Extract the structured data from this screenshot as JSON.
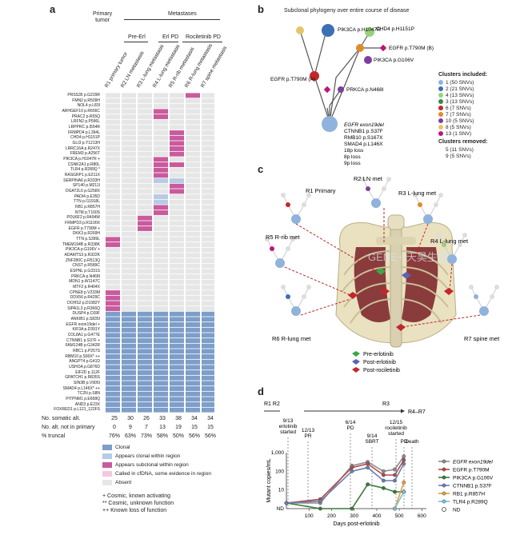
{
  "panel_a": {
    "letter": "a",
    "header_primary": "Primary\ntumor",
    "header_metastases": "Metastases",
    "header_pre_erl": "Pre-Erl",
    "header_erl_pd": "Erl PD",
    "header_roci_pd": "Rociletinib PD",
    "regions": [
      "R1 primary tumor",
      "R2 LN metastasis",
      "R3 L-lung metastasis",
      "R4 L-lung metastasis",
      "R5 R-rib metastasis",
      "R6 R-lung metastasis",
      "R7 spine metastasis"
    ],
    "genes": [
      "PRSS35 p.G229R",
      "FMN2 p.R509H",
      "NOL4 p.L83I",
      "ARHGEF10 p.R656C",
      "PRAC2 p.R55Q",
      "LRFN2 p.P596L",
      "LRPPRC p.I554R",
      "FRMPD4 p.L394L",
      "CHD4 p.H1151P",
      "GLI3 p.Y1213H",
      "LRRC16A p.R247X",
      "FREM3 p.A256T",
      "PIK3CA p.H1047R +",
      "CSNK2A1 p.R80L",
      "TLR4 p.R289Q *",
      "RASGRP1 p.E211X",
      "SERPINA6 p.R333H",
      "SP140 p.M211I",
      "DGAT2L6 p.G258X",
      "PADI4 p.E35D",
      "TTN p.I11918L",
      "RB1 p.R857H",
      "NTM p.T160S",
      "POU6F2 p.R494W",
      "FRMPD3 p.R1100X",
      "EGFR p.T790M +",
      "DKK3 p.R269H",
      "TTN p.S399L",
      "TMEM194B p.R338K",
      "PIK3CA p.G106V +",
      "ADAMTS3 p.R322K",
      "ZNF280C p.R513Q",
      "CNST p.R589C",
      "ESPNL p.G331S",
      "PRKCA p.N468I",
      "MDN1 p.W1147C",
      "MTF2 p.R404X",
      "CPNE8 p.V233M",
      "DDX56 p.R429C",
      "DOHS2 p.D1082Y",
      "SIPA1L3 p.R366Q",
      "DUSP4 p.C69F",
      "ANKIB1 p.S835I",
      "EGFR exon19del +",
      "KIF3A p.D391Y",
      "COL8A1 p.G477E",
      "CTNNB1 p.S37F +",
      "FAM124B p.G342R",
      "RBC1 p.P257S",
      "RBM10 p.S90X* ++",
      "ANGPT4 p.G41D",
      "USHOA p.G876D",
      "EIF2D p.112F",
      "GPATCH1 p.R835S",
      "SIN3B p.V905I",
      "SMAD4 p.L146X* ++",
      "TC2N p.S8N",
      "PITPNM1 p.E668Q",
      "AND3 p.E23X",
      "FOXRED1 p.L121_122FS"
    ],
    "grid": [
      "00000A0",
      "0000000",
      "0000000",
      "000A000",
      "000A000",
      "0000000",
      "0000000",
      "0000A00",
      "0000A00",
      "0000A00",
      "0000A00",
      "0000A00",
      "000A000",
      "000AA00",
      "000A000",
      "000A000",
      "000BB00",
      "0000A00",
      "0000A00",
      "000B000",
      "000B000",
      "000A000",
      "000A000",
      "00A0000",
      "00A0000",
      "00A0000",
      "0000000",
      "A000000",
      "A000000",
      "0000000",
      "0000000",
      "0000000",
      "0000000",
      "0000000",
      "0000000",
      "0000000",
      "0000000",
      "A000000",
      "A000000",
      "A000000",
      "A000000",
      "CCCCCCC",
      "CCCCCCC",
      "CCCCCCC",
      "CCCCCCC",
      "CCCCCCC",
      "CCCCCCC",
      "CCCCCCC",
      "CCCCCCC",
      "CCCCCCC",
      "CCCCCCC",
      "CCCCCCC",
      "CCCCCCC",
      "CCCCCCC",
      "CCCCCCC",
      "CCCCCCC",
      "CCCCCCC",
      "CCCCCCC",
      "CCCCCCC",
      "CCCCCCC"
    ],
    "stats": [
      {
        "label": "No. somatic alt.",
        "values": [
          "25",
          "30",
          "26",
          "33",
          "38",
          "34",
          "34"
        ]
      },
      {
        "label": "No. alt. not in primary",
        "values": [
          "0",
          "9",
          "7",
          "13",
          "19",
          "15",
          "15"
        ]
      },
      {
        "label": "% truncal",
        "values": [
          "76%",
          "63%",
          "73%",
          "58%",
          "50%",
          "56%",
          "56%"
        ]
      }
    ],
    "legend": [
      {
        "label": "Clonal",
        "color": "#7c9ec9"
      },
      {
        "label": "Appears clonal within region",
        "color": "#b6cbe4"
      },
      {
        "label": "Appears subclonal within region",
        "color": "#c95a9c"
      },
      {
        "label": "Called in cfDNA, some evidence in region",
        "color": "#f3c7dc"
      },
      {
        "label": "Absent",
        "color": "#e6e6e6"
      }
    ],
    "notes": [
      "+ Cosmic, known activating",
      "** Cosmic, unknown function",
      "++ Known loss of function"
    ]
  },
  "panel_b": {
    "letter": "b",
    "title": "Subclonal phylogeny over entire course of disease",
    "labels": {
      "pik3ca_h1047r": "PIK3CA p.H1047R",
      "chd4": "CHD4 p.H1151P",
      "egfr_t790m_b": "EGFR p.T790M (B)",
      "pik3ca_g106v": "PIK3CA p.G106V",
      "egfr_t790m_a": "EGFR p.T790M (A)",
      "prkca": "PRKCA p.N468I",
      "trunk": [
        "EGFR exon19del",
        "CTNNB1 p.S37F",
        "RMB10 p.S167X",
        "SMAD4 p.L146X",
        "18p loss",
        "8p loss",
        "9p loss"
      ]
    },
    "clusters_title": "Clusters included:",
    "clusters": [
      {
        "label": "1 (50 SNVs)",
        "color": "#8fb3dc"
      },
      {
        "label": "2 (21 SNVs)",
        "color": "#3b6fb6"
      },
      {
        "label": "4 (13 SNVs)",
        "color": "#9bd07c"
      },
      {
        "label": "3 (13 SNVs)",
        "color": "#2f8f3a"
      },
      {
        "label": "6 (7 SNVs)",
        "color": "#c3272b"
      },
      {
        "label": "7 (7 SNVs)",
        "color": "#e08b2a"
      },
      {
        "label": "10 (5 SNVs)",
        "color": "#7b3fa0"
      },
      {
        "label": "8 (5 SNVs)",
        "color": "#e8c36a"
      },
      {
        "label": "13 (1 SNV)",
        "color": "#c2137a"
      }
    ],
    "removed_title": "Clusters removed:",
    "removed": [
      "5 (11 SNVs)",
      "9 (5 SNVs)"
    ]
  },
  "panel_c": {
    "letter": "c",
    "sites": {
      "r1": "R1 Primary",
      "r2": "R2 LN met",
      "r3": "R3 L-lung met",
      "r4": "R4 L-lung met",
      "r5": "R5 R-rib met",
      "r6": "R6 R-lung met",
      "r7": "R7 spine met"
    },
    "legend": [
      {
        "label": "Pre-erlotinib",
        "color": "#3aa845"
      },
      {
        "label": "Post-erlotinib",
        "color": "#5b63b5"
      },
      {
        "label": "Post-rociletinib",
        "color": "#c3272b"
      }
    ]
  },
  "panel_d": {
    "letter": "d",
    "timeline": {
      "r12": "R1    R2",
      "r3": "R3",
      "r47": "R4–R7"
    },
    "events": [
      {
        "label": "9/13\nerlotinib\nstarted"
      },
      {
        "label": "12/13\nPR"
      },
      {
        "label": "6/14\nPD"
      },
      {
        "label": "9/14\nSBRT"
      },
      {
        "label": "12/15\nrociletinib\nstarted"
      },
      {
        "label": "PD"
      },
      {
        "label": "Death"
      }
    ]
  },
  "chart_data": {
    "type": "line",
    "xlabel": "Days post-erlotinib",
    "ylabel": "Mutant copies/mL",
    "x_ticks": [
      "100",
      "200",
      "300",
      "400",
      "500",
      "600"
    ],
    "y_ticks": [
      "ND",
      "10",
      "100",
      "1,000"
    ],
    "xlim": [
      0,
      620
    ],
    "series": [
      {
        "name": "EGFR exon19del",
        "color": "#8c8c8c",
        "points": [
          [
            0,
            0.3
          ],
          [
            150,
            0.3
          ],
          [
            290,
            2.3
          ],
          [
            360,
            2.5
          ],
          [
            430,
            2.0
          ],
          [
            480,
            2.1
          ],
          [
            520,
            2.8
          ]
        ]
      },
      {
        "name": "EGFR p.T790M",
        "color": "#b44a4a",
        "points": [
          [
            0,
            0.3
          ],
          [
            150,
            0.5
          ],
          [
            290,
            2.2
          ],
          [
            360,
            2.4
          ],
          [
            430,
            1.8
          ],
          [
            480,
            1.8
          ],
          [
            520,
            2.6
          ]
        ]
      },
      {
        "name": "PIK3CA p.G106V",
        "color": "#3a7a3a",
        "points": [
          [
            0,
            0.3
          ],
          [
            150,
            0
          ],
          [
            290,
            0
          ],
          [
            360,
            1.3
          ],
          [
            430,
            1.1
          ],
          [
            480,
            0.9
          ],
          [
            520,
            0.9
          ]
        ]
      },
      {
        "name": "CTNNB1 p.S37F",
        "color": "#6a7fb0",
        "points": [
          [
            0,
            0.3
          ],
          [
            150,
            0.4
          ],
          [
            290,
            2.0
          ],
          [
            360,
            2.2
          ],
          [
            430,
            1.5
          ],
          [
            480,
            1.5
          ],
          [
            520,
            2.4
          ]
        ]
      },
      {
        "name": "RB1 p.R857H",
        "color": "#e0a040",
        "points": [
          [
            480,
            0
          ],
          [
            520,
            1.4
          ]
        ]
      },
      {
        "name": "TLR4 p.R289Q",
        "color": "#7fc0d8",
        "points": [
          [
            480,
            0
          ],
          [
            520,
            0.9
          ]
        ]
      }
    ],
    "nd_label": "ND"
  }
}
